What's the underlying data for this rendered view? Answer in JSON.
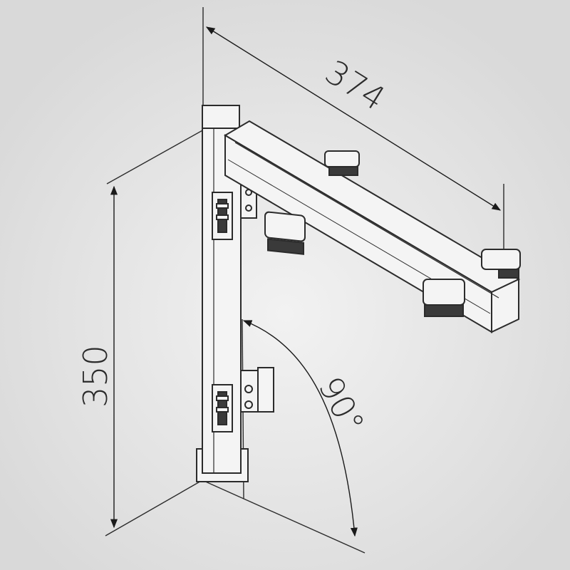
{
  "diagram": {
    "dimensions": {
      "arm_length": "374",
      "post_height": "350",
      "angle": "90°"
    },
    "colors": {
      "background": "#e6e6e6",
      "line": "#2b2b2b",
      "part_fill": "#f4f4f4",
      "part_dark": "#3a3a3a"
    }
  }
}
